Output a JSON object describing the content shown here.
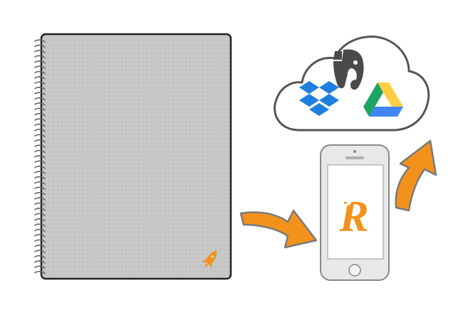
{
  "diagram": {
    "notebook": {
      "icon": "rocket-icon"
    },
    "cloud": {
      "services": [
        {
          "name": "evernote",
          "icon": "evernote-elephant-icon"
        },
        {
          "name": "dropbox",
          "icon": "dropbox-icon"
        },
        {
          "name": "google-drive",
          "icon": "google-drive-icon"
        }
      ]
    },
    "phone": {
      "app_logo_letter": "R",
      "app_icon": "rocketbook-r-logo"
    },
    "arrows": [
      {
        "name": "notebook-to-phone",
        "icon": "curved-arrow-right-icon"
      },
      {
        "name": "phone-to-cloud",
        "icon": "curved-arrow-up-icon"
      }
    ],
    "colors": {
      "accent_orange": "#F3921B",
      "arrow_outline": "#7a7a7a",
      "notebook_fill": "#c9c9c9",
      "cloud_fill": "#ffffff",
      "cloud_outline": "#555555",
      "dropbox_blue": "#1F7FE1",
      "evernote_gray": "#4a4a4a",
      "drive_green": "#1DA462",
      "drive_yellow": "#FFCD40",
      "drive_blue": "#4285F4",
      "phone_body": "#e8e8e8"
    }
  }
}
